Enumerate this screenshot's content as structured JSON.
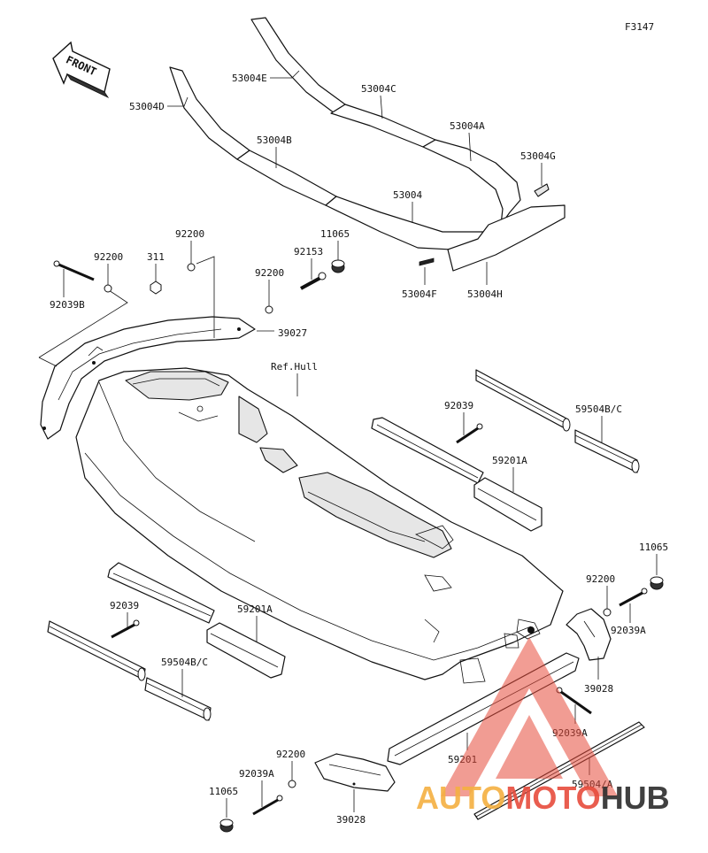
{
  "figure_code": "F3147",
  "front_label": "FRONT",
  "ref_hull": "Ref.Hull",
  "parts": {
    "p53004E": "53004E",
    "p53004C": "53004C",
    "p53004D": "53004D",
    "p53004A": "53004A",
    "p53004B": "53004B",
    "p53004G": "53004G",
    "p53004": "53004",
    "p53004F": "53004F",
    "p53004H": "53004H",
    "p11065_top": "11065",
    "p92153": "92153",
    "p92200_a": "92200",
    "p311": "311",
    "p92200_b": "92200",
    "p92200_c": "92200",
    "p92039B": "92039B",
    "p39027": "39027",
    "p92039_r": "92039",
    "p59504BC_r": "59504B/C",
    "p59201A_r": "59201A",
    "p11065_r": "11065",
    "p92200_r": "92200",
    "p92039A_r": "92039A",
    "p39028_r": "39028",
    "p92039A_m": "92039A",
    "p92039_l": "92039",
    "p59201A_l": "59201A",
    "p59504BC_l": "59504B/C",
    "p59201": "59201",
    "p59504A": "59504/A",
    "p92200_bot": "92200",
    "p92039A_bot": "92039A",
    "p11065_bot": "11065",
    "p39028_bot": "39028"
  },
  "watermark": {
    "part1": "AUTO",
    "part2": "MOTO",
    "part3": "HUB",
    "color_orange": "#f5b041",
    "color_red": "#e74c3c",
    "color_dark": "#2c2c2c"
  }
}
